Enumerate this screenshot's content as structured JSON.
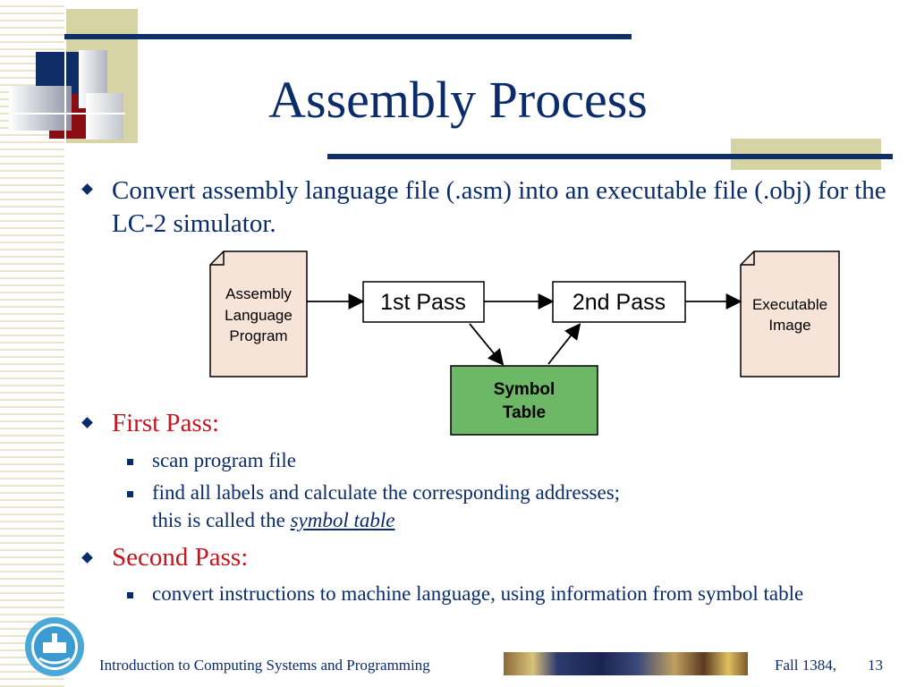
{
  "slide": {
    "title": "Assembly Process",
    "intro_bullet": "Convert assembly language file (.asm) into an executable file (.obj) for the LC-2 simulator.",
    "first_pass": {
      "heading": "First Pass:",
      "items": [
        "scan program file",
        "find all labels and calculate the corresponding addresses;"
      ],
      "item2_line2_prefix": "this is called the ",
      "item2_line2_emph": "symbol table"
    },
    "second_pass": {
      "heading": "Second Pass:",
      "items": [
        "convert instructions to machine language, using information from symbol table"
      ]
    }
  },
  "diagram": {
    "source_doc": [
      "Assembly",
      "Language",
      "Program"
    ],
    "pass1": "1st Pass",
    "pass2": "2nd Pass",
    "target_doc": [
      "Executable",
      "Image"
    ],
    "symbol_table": [
      "Symbol",
      "Table"
    ]
  },
  "footer": {
    "course": "Introduction to Computing Systems and Programming",
    "term": "Fall 1384,",
    "page": "13"
  },
  "colors": {
    "title": "#0a2c6b",
    "accent_red": "#c8141e",
    "doc_fill": "#f7e4d8",
    "symbol_fill": "#6db866",
    "bar": "#0f2f66"
  }
}
